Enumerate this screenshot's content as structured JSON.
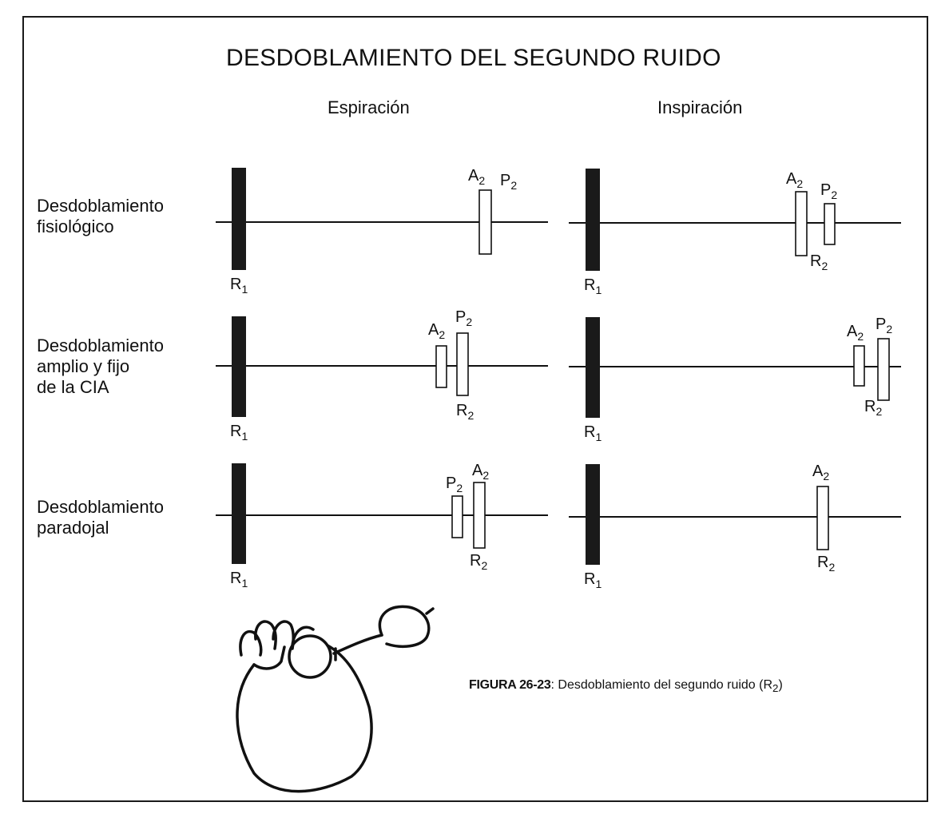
{
  "title": "DESDOBLAMIENTO DEL SEGUNDO RUIDO",
  "columns": [
    "Espiración",
    "Inspiración"
  ],
  "rows": [
    {
      "label": [
        "Desdoblamiento",
        "fisiológico"
      ]
    },
    {
      "label": [
        "Desdoblamiento",
        "amplio y fijo",
        "de la CIA"
      ]
    },
    {
      "label": [
        "Desdoblamiento",
        "paradojal"
      ]
    }
  ],
  "sound_labels": {
    "r1": {
      "base": "R",
      "sub": "1"
    },
    "a2": {
      "base": "A",
      "sub": "2"
    },
    "p2": {
      "base": "P",
      "sub": "2"
    },
    "r2": {
      "base": "R",
      "sub": "2"
    }
  },
  "caption": {
    "figure": "FIGURA 26-23",
    "sep": ":",
    "text": " Desdoblamiento del segundo ruido (R",
    "sub": "2",
    "close": ")"
  },
  "colors": {
    "ink": "#111111",
    "paper": "#ffffff"
  }
}
